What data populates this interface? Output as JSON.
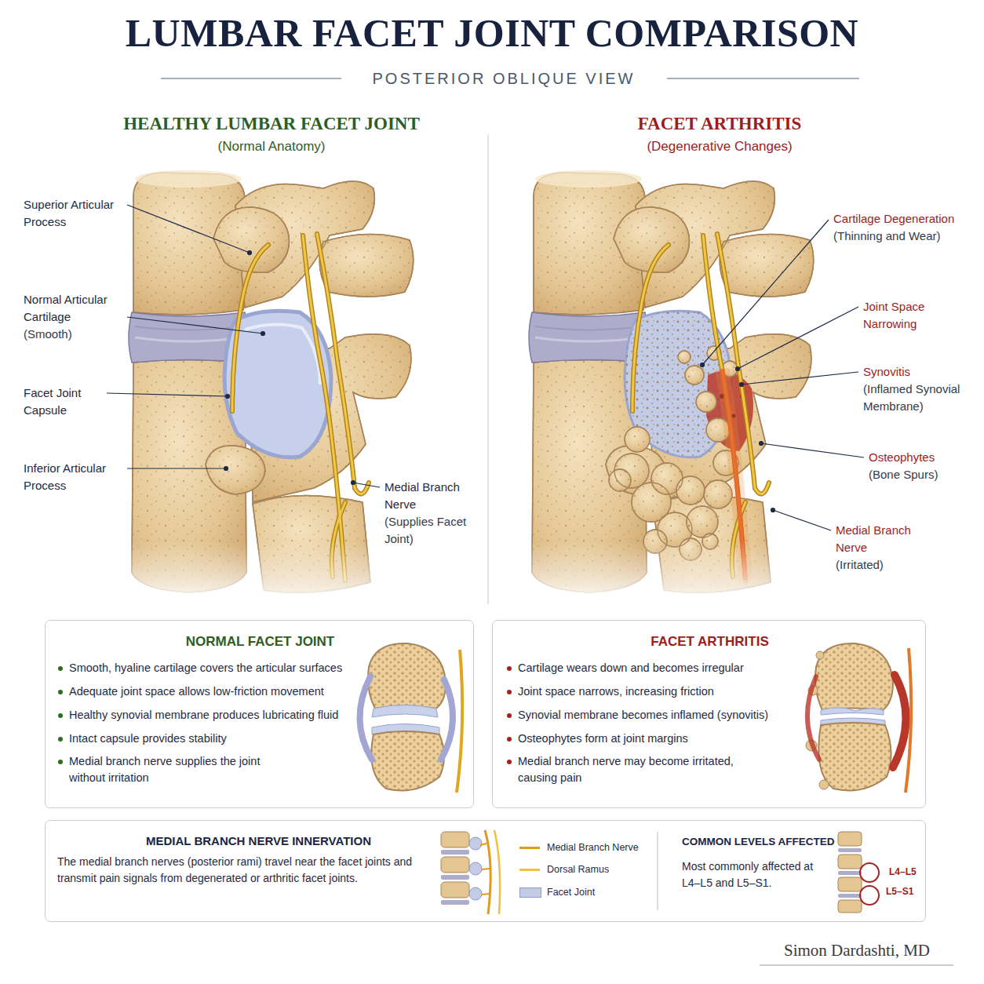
{
  "diagram": {
    "title": "LUMBAR FACET JOINT COMPARISON",
    "nodes": [
      {
        "text": [
          "NORMAL FACET JOINT",
          "Smooth, hyaline cartilage covers the articular surfaces",
          "Adequate joint space allows low-friction movement",
          "Healthy synovial membrane produces lubricating fluid",
          "Intact capsule provides stability",
          "Medial branch nerve supplies the joint without irritation"
        ]
      },
      {
        "text": [
          "FACET ARTHRITIS",
          "Cartilage wears down and becomes irregular",
          "Joint space narrows, increasing friction",
          "Synovial membrane becomes inflamed (synovitis)",
          "Osteophytes form at joint margins",
          "Medial branch nerve may become irritated, causing pain"
        ]
      },
      {
        "text": [
          "MEDIAL BRANCH NERVE INNERVATION",
          "The medial branch nerves (posterior rami) travel near the facet joints and transmit pain signals from degenerated or arthritic facet joints.",
          "COMMON LEVELS AFFECTED",
          "Most commonly affected at L4–L5 and L5–S1."
        ]
      }
    ],
    "labels": [
      "POSTERIOR OBLIQUE VIEW",
      "HEALTHY LUMBAR FACET JOINT",
      "(Normal Anatomy)",
      "FACET ARTHRITIS",
      "(Degenerative Changes)",
      "Superior Articular Process",
      "Normal Articular Cartilage",
      "(Smooth)",
      "Facet Joint Capsule",
      "Inferior Articular Process",
      "Medial Branch Nerve",
      "(Supplies Facet Joint)",
      "Cartilage Degeneration",
      "(Thinning and Wear)",
      "Joint Space Narrowing",
      "Synovitis",
      "(Inflamed Synovial Membrane)",
      "Osteophytes",
      "(Bone Spurs)",
      "Medial Branch Nerve",
      "(Irritated)",
      "L4–L5",
      "L5–S1",
      "Simon Dardashti, MD"
    ],
    "legend": [
      {
        "text": "Medial Branch Nerve"
      },
      {
        "text": "Dorsal Ramus"
      },
      {
        "text": "Facet Joint",
        "color": "#c3cbe6"
      }
    ]
  }
}
